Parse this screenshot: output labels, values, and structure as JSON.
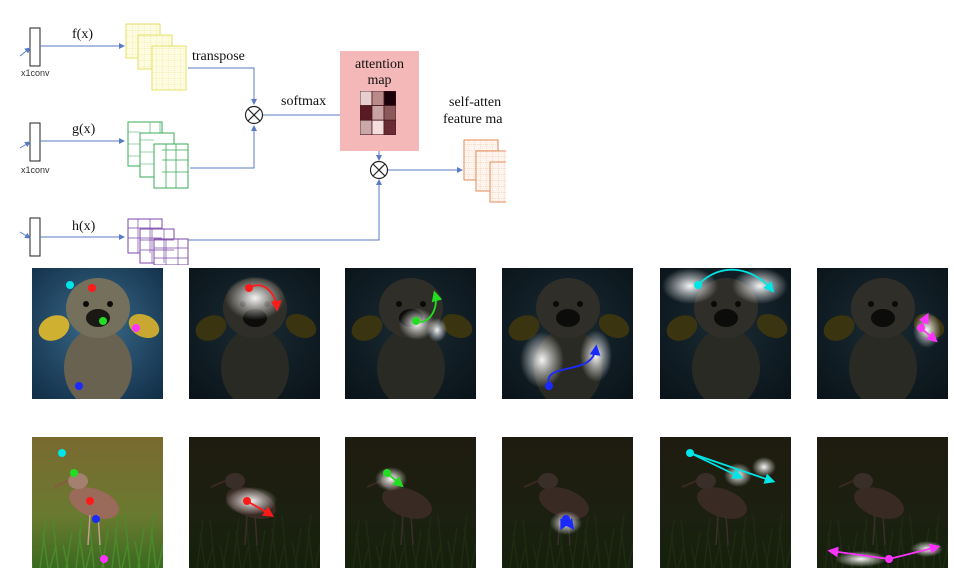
{
  "diagram": {
    "functions": {
      "f": "f(x)",
      "g": "g(x)",
      "h": "h(x)"
    },
    "conv_label": "x1conv",
    "transpose": "transpose",
    "softmax": "softmax",
    "attention_map": {
      "line1": "attention",
      "line2": "map"
    },
    "output": {
      "line1": "self-atten",
      "line2": "feature ma"
    },
    "multiply_symbol": "⊗"
  },
  "colors": {
    "f": "#e5e06a",
    "g": "#3aa85a",
    "h": "#7b4aa8",
    "out": "#e08a5a",
    "arrow": "#5b7bc4",
    "attention_bg": "#f5b8b8",
    "query_colors": [
      "#00e5e5",
      "#ff1a1a",
      "#22dd22",
      "#ff33ff",
      "#1a2aff"
    ]
  },
  "attention_grid": [
    [
      "#e8cfcf",
      "#b98a8a",
      "#1a0008"
    ],
    [
      "#5a1a24",
      "#c9a2a2",
      "#8a5a5a"
    ],
    [
      "#caa8a8",
      "#f4dede",
      "#6a2a34"
    ]
  ],
  "rows": [
    {
      "subject": "dog",
      "tiles": [
        "original",
        "query-red",
        "query-green",
        "query-blue",
        "query-cyan",
        "query-magenta"
      ]
    },
    {
      "subject": "bird",
      "tiles": [
        "original",
        "query-red",
        "query-green",
        "query-blue",
        "query-cyan",
        "query-magenta"
      ]
    }
  ]
}
